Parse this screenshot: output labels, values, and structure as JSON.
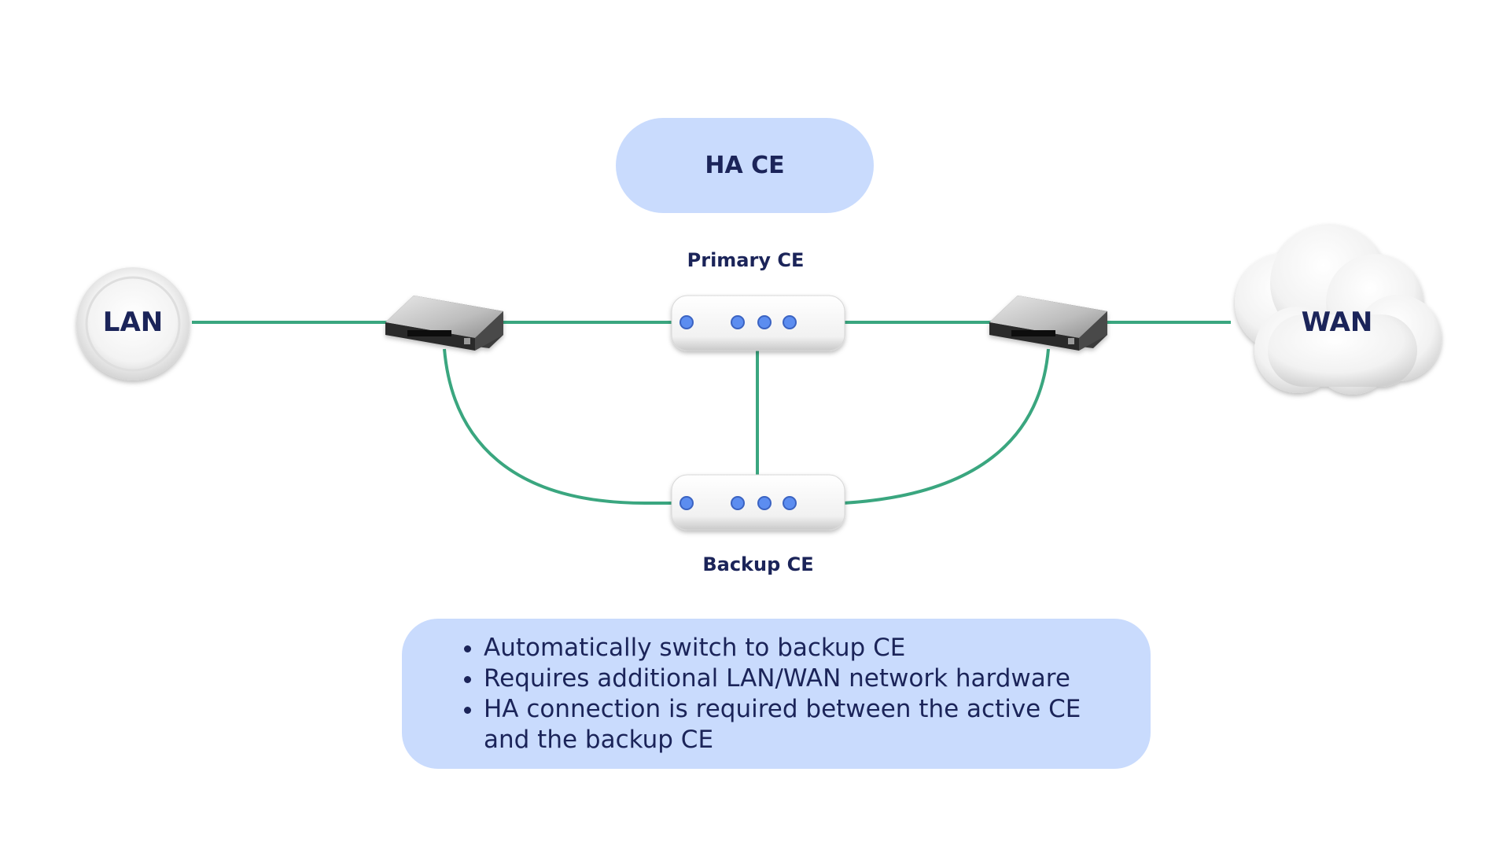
{
  "title": "HA CE",
  "nodes": {
    "lan": "LAN",
    "wan": "WAN",
    "primary": "Primary CE",
    "backup": "Backup CE"
  },
  "notes": [
    "Automatically switch to backup CE",
    "Requires additional LAN/WAN network hardware",
    "HA connection is required between the active CE and the backup CE"
  ],
  "colors": {
    "link": "#3aa67f",
    "pill": "#c9dbfd",
    "text": "#1b2459",
    "led": "#5b8df0"
  }
}
